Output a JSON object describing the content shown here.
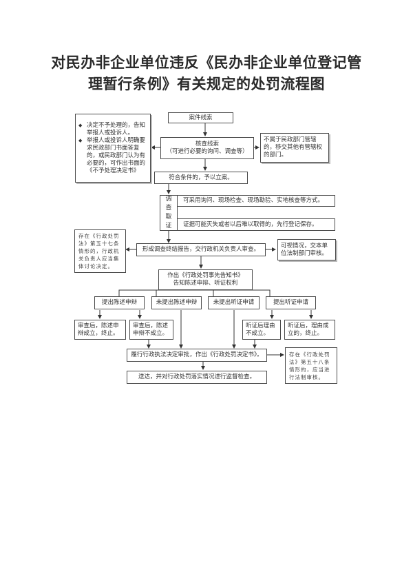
{
  "title": {
    "line1": "对民办非企业单位违反《民办非企业单位登记管",
    "line2": "理暂行条例》有关规定的处罚流程图"
  },
  "flowchart": {
    "case_clue": "案件线索",
    "verify_clue": {
      "line1": "核查线索",
      "line2": "（可进行必要的询问、调查等）"
    },
    "not_handled_notes": [
      "决定不予处理的，告知举报人或投诉人。",
      "举报人或投诉人明确要求民政部门书面答复的，或民政部门认为有必要的，可作出书面的《不予处理决定书》"
    ],
    "transfer_note": "不属于民政部门管辖的，移交其他有管辖权的部门。",
    "file_case": "符合条件的，予以立案。",
    "investigation": {
      "label": "调查取证",
      "item1": "可采用询问、现场检查、现场勘验、实地核查等方式。",
      "item2": "证据可能灭失或者以后难以取得的，先行登记保存。"
    },
    "article57_note": "存在《行政处罚法》第五十七条情形的，行政机关负责人应当集体讨论决定。",
    "report": "形成调查终结报告，交行政机关负责人审查。",
    "legal_review_note": "可视情况，交本单位法制部门审核。",
    "prior_notice": {
      "line1": "作出《行政处罚事先告知书》",
      "line2": "告知陈述申辩、听证权利"
    },
    "branches": [
      "提出陈述申辩",
      "未提出陈述申辩",
      "未提出听证申请",
      "提出听证申请"
    ],
    "outcomes": [
      "审查后，陈述申辩成立，终止。",
      "审查后，陈述申辩不成立。",
      "听证后理由不成立。",
      "听证后，理由成立的，终止。"
    ],
    "decision": "履行行政执法决定审批，作出《行政处罚决定书》。",
    "article58_note": "存在《行政处罚法》第五十八条情形的，应当进行法制审核。",
    "delivery": "送达，并对行政处罚落实情况进行监督检查。"
  }
}
